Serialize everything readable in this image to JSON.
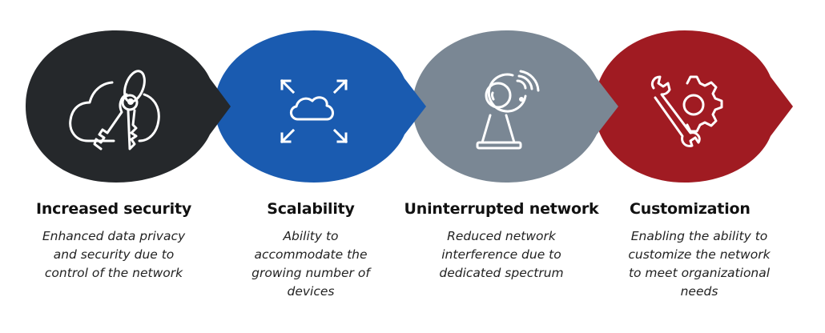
{
  "diagram": {
    "type": "process-flow",
    "steps": [
      {
        "title": "Increased security",
        "description": "Enhanced data privacy and security due to control of the network",
        "icon": "cloud-key-icon",
        "color": "#25282b"
      },
      {
        "title": "Scalability",
        "description": "Ability to accommodate the growing number of devices",
        "icon": "cloud-expand-icon",
        "color": "#1a5bb0"
      },
      {
        "title": "Uninterrupted network",
        "description": "Reduced network interference due to dedicated spectrum",
        "icon": "wireless-antenna-icon",
        "color": "#7a8794"
      },
      {
        "title": "Customization",
        "description": "Enabling the ability to customize the network to meet organizational needs",
        "icon": "wrench-gear-icon",
        "color": "#a01b22"
      }
    ]
  }
}
